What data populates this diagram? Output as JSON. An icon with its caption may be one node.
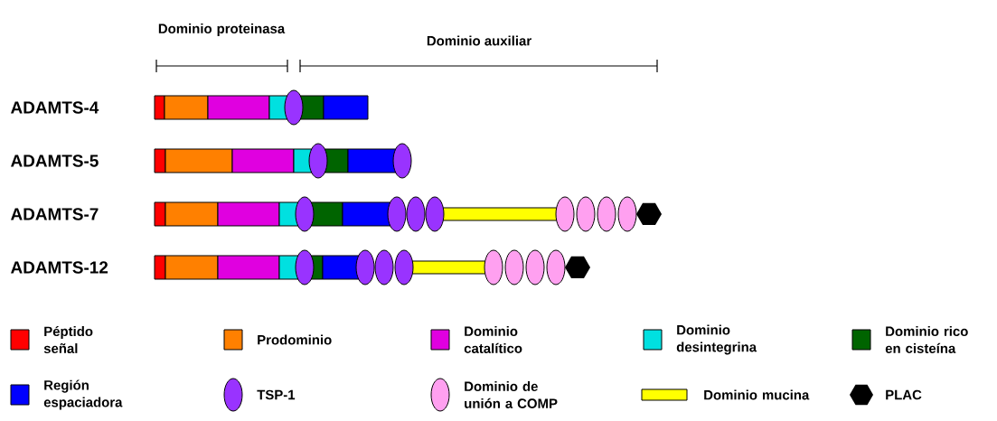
{
  "diagram": {
    "labels": [
      "Dominio proteinasa",
      "Dominio auxiliar",
      "ADAMTS-4",
      "ADAMTS-5",
      "ADAMTS-7",
      "ADAMTS-12"
    ],
    "legend": [
      {
        "text": "Péptido señal",
        "color": "#ff0000"
      },
      {
        "text": "Prodominio",
        "color": "#ff8000"
      },
      {
        "text": "Dominio catalítico",
        "color": "#e000e0"
      },
      {
        "text": "Dominio desintegrina",
        "color": "#00e0e0"
      },
      {
        "text": "Dominio rico en cisteína",
        "color": "#006400"
      },
      {
        "text": "Región espaciadora",
        "color": "#0000ff"
      },
      {
        "text": "TSP-1"
      },
      {
        "text": "Dominio de unión a COMP"
      },
      {
        "text": "Dominio mucina"
      },
      {
        "text": "PLAC"
      }
    ]
  }
}
